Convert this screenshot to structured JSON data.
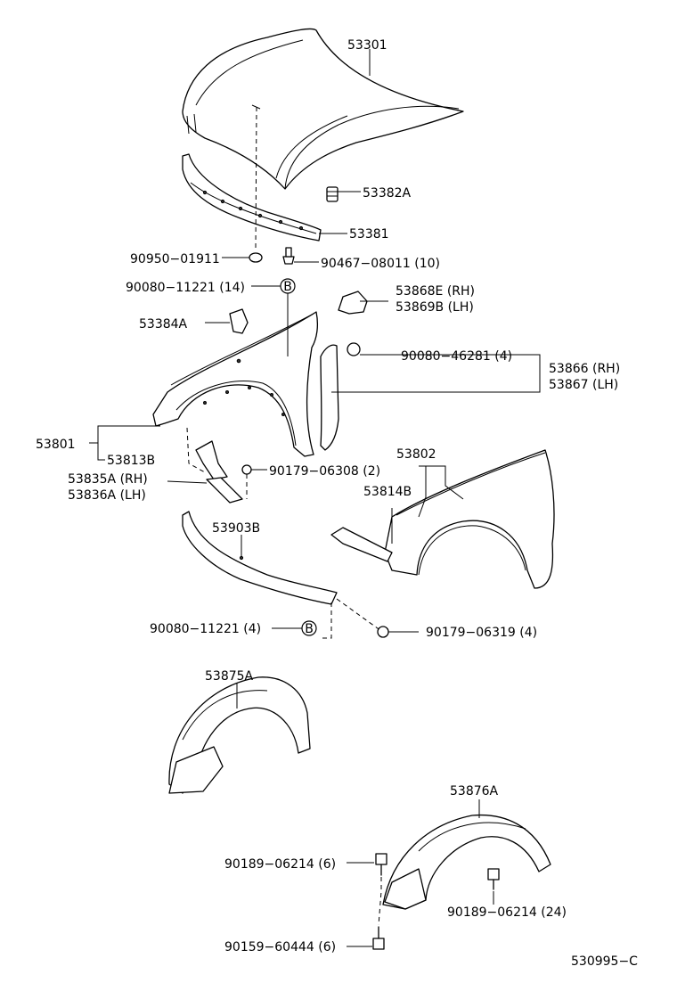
{
  "labels": {
    "l53301": "53301",
    "l53382A": "53382A",
    "l53381": "53381",
    "l90950": "90950−01911",
    "l90467": "90467−08011 (10)",
    "l90080_14": "90080−11221 (14)",
    "l53868E": "53868E (RH)",
    "l53869B": "53869B (LH)",
    "l53384A": "53384A",
    "l90080_46281": "90080−46281 (4)",
    "l53866": "53866 (RH)",
    "l53867": "53867 (LH)",
    "l53801": "53801",
    "l53813B": "53813B",
    "l90179_06308": "90179−06308 (2)",
    "l53802": "53802",
    "l53835A": "53835A (RH)",
    "l53836A": "53836A (LH)",
    "l53814B": "53814B",
    "l53903B": "53903B",
    "l90080_4": "90080−11221 (4)",
    "l90179_06319": "90179−06319 (4)",
    "l53875A": "53875A",
    "l53876A": "53876A",
    "l90189_6": "90189−06214 (6)",
    "l90189_24": "90189−06214 (24)",
    "l90159": "90159−60444 (6)",
    "code": "530995−C",
    "ref_b1": "B",
    "ref_b2": "B"
  }
}
